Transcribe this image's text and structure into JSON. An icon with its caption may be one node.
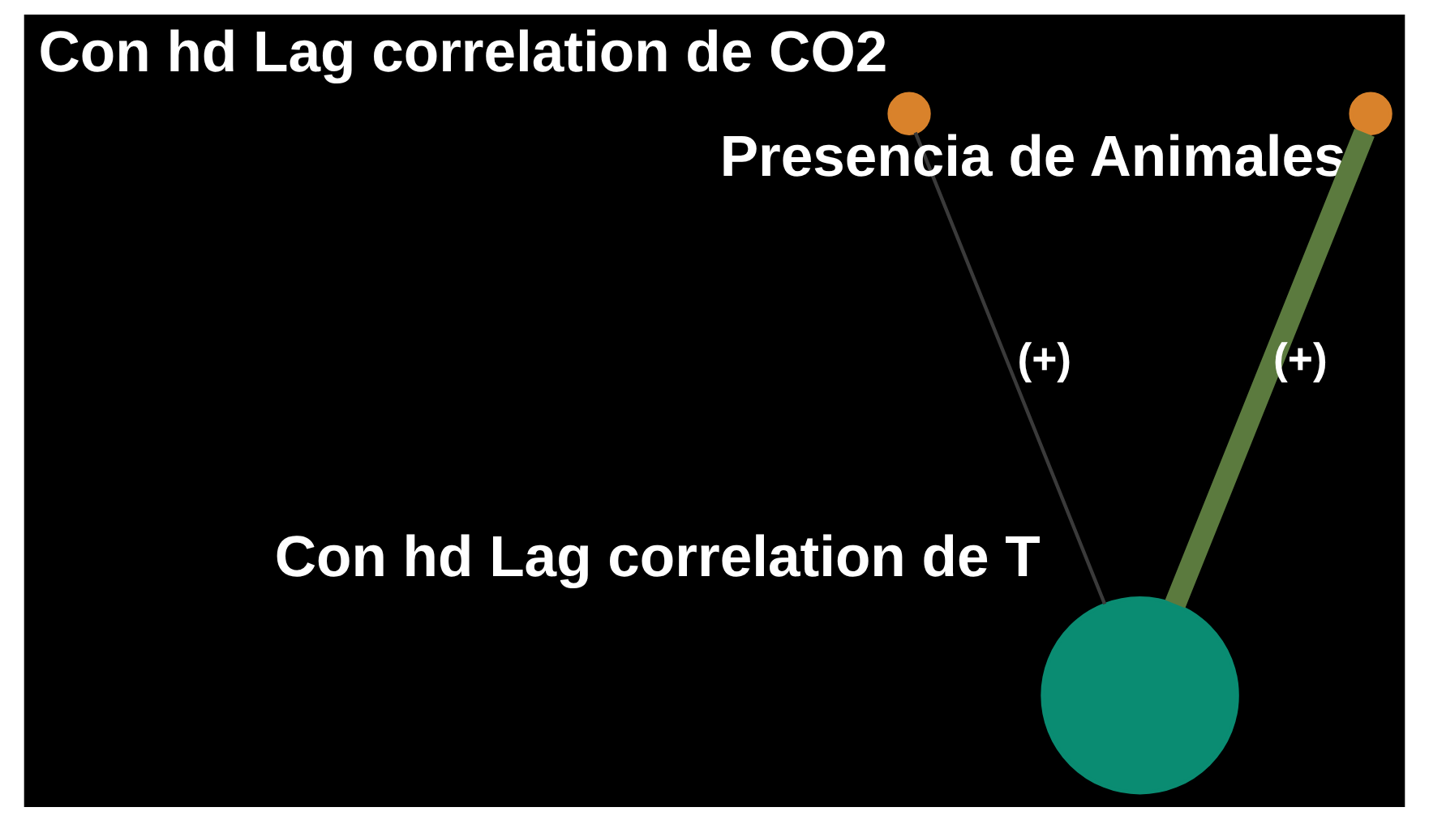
{
  "diagram": {
    "nodes": [
      {
        "text": [
          "Con hd Lag correlation de CO2"
        ]
      },
      {
        "text": [
          "Presencia de Animales"
        ]
      },
      {
        "text": [
          "Con hd Lag correlation de T"
        ]
      }
    ],
    "edges": [
      {
        "from": 1,
        "to": 2,
        "arrow": "none",
        "label": "(+)",
        "style": "thick",
        "color": "#5b7a3e"
      },
      {
        "from": 0,
        "to": 2,
        "arrow": "none",
        "label": "(+)",
        "color": "#3a3a3a"
      }
    ]
  }
}
